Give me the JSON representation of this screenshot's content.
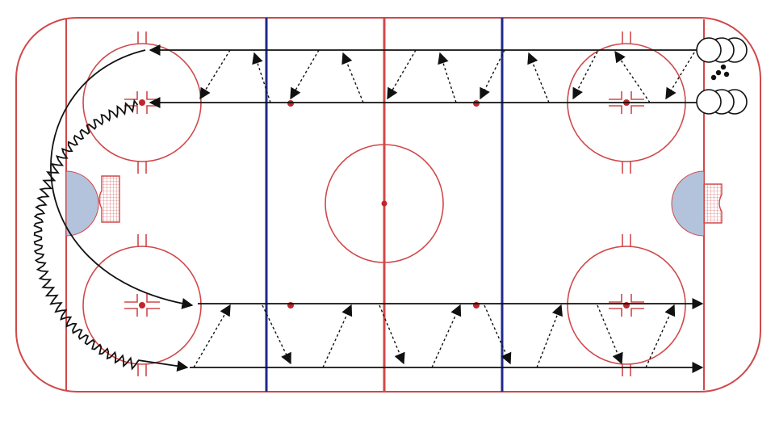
{
  "diagram": {
    "colors": {
      "rink_line": "#d0484a",
      "blue_line": "#1f2a8a",
      "crease_fill": "#b4c3dc",
      "drill_line": "#111111",
      "faceoff_dot": "#c0262a"
    },
    "icons": [
      "player-icon",
      "puck-icon",
      "goal-net-icon",
      "arrow-icon"
    ],
    "player_groups": [
      {
        "position": "top-right-upper",
        "count": 3
      },
      {
        "position": "top-right-lower",
        "count": 3
      }
    ],
    "pucks": 4
  }
}
